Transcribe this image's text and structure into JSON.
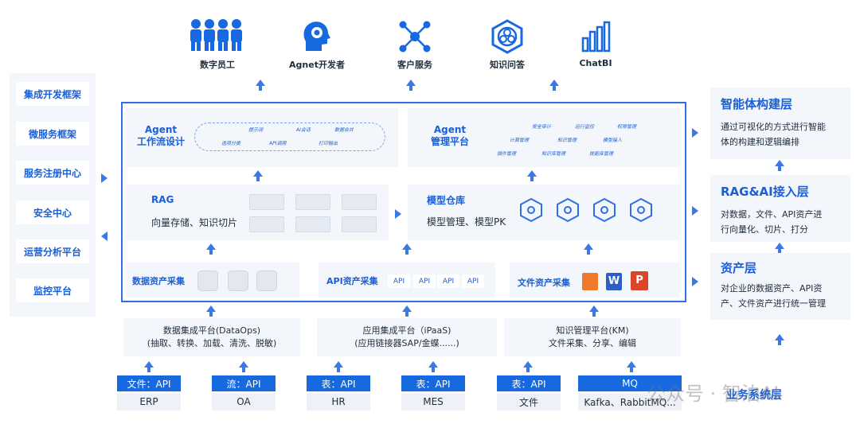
{
  "top": [
    {
      "label": "数字员工",
      "icon": "people-icon"
    },
    {
      "label": "Agnet开发者",
      "icon": "developer-head-icon"
    },
    {
      "label": "客户服务",
      "icon": "network-nodes-icon"
    },
    {
      "label": "知识问答",
      "icon": "knowledge-hex-icon"
    },
    {
      "label": "ChatBI",
      "icon": "bar-chart-icon"
    }
  ],
  "left": [
    "集成开发框架",
    "微服务框架",
    "服务注册中心",
    "安全中心",
    "运营分析平台",
    "监控平台"
  ],
  "agent_workflow": {
    "title_line1": "Agent",
    "title_line2": "工作流设计",
    "nodes": [
      "提示词",
      "AI会话",
      "数据合并",
      "选项分类",
      "API调用",
      "打印输出"
    ]
  },
  "agent_mgmt": {
    "title_line1": "Agent",
    "title_line2": "管理平台",
    "tags": [
      "安全审计",
      "运行监控",
      "权限管理",
      "计算管理",
      "知识管理",
      "模型接入",
      "插件管理",
      "知识库管理",
      "技能库管理"
    ]
  },
  "rag": {
    "title": "RAG",
    "desc": "向量存储、知识切片"
  },
  "model_repo": {
    "title": "模型仓库",
    "desc": "模型管理、模型PK"
  },
  "data_asset": {
    "title": "数据资产采集"
  },
  "api_asset": {
    "title": "API资产采集",
    "chips": [
      "API",
      "API",
      "API",
      "API"
    ]
  },
  "file_asset": {
    "title": "文件资产采集"
  },
  "integration": [
    {
      "line1": "数据集成平台(DataOps)",
      "line2": "(抽取、转换、加载、清洗、脱敏)"
    },
    {
      "line1": "应用集成平台（iPaaS)",
      "line2": "(应用链接器SAP/金蝶......)"
    },
    {
      "line1": "知识管理平台(KM)",
      "line2": "文件采集、分享、编辑"
    }
  ],
  "sources": [
    {
      "head": "文件：API",
      "foot": "ERP"
    },
    {
      "head": "流：API",
      "foot": "OA"
    },
    {
      "head": "表：API",
      "foot": "HR"
    },
    {
      "head": "表：API",
      "foot": "MES"
    },
    {
      "head": "表：API",
      "foot": "文件"
    },
    {
      "head": "MQ",
      "foot": "Kafka、RabbitMQ..."
    }
  ],
  "right": {
    "layer1_title": "智能体构建层",
    "layer1_desc1": "通过可视化的方式进行智能",
    "layer1_desc2": "体的构建和逻辑编排",
    "layer2_title": "RAG&AI接入层",
    "layer2_desc1": "对数据，文件、API资产进",
    "layer2_desc2": "行向量化、切片、打分",
    "layer3_title": "资产层",
    "layer3_desc1": "对企业的数据资产、API资",
    "layer3_desc2": "产、文件资产进行统一管理",
    "layer4_title": "业务系统层"
  },
  "watermark": "公众号 · 智泊AI",
  "colors": {
    "accent": "#1a5fd6",
    "panel": "#f3f6fb",
    "source_head": "#1769e0"
  }
}
